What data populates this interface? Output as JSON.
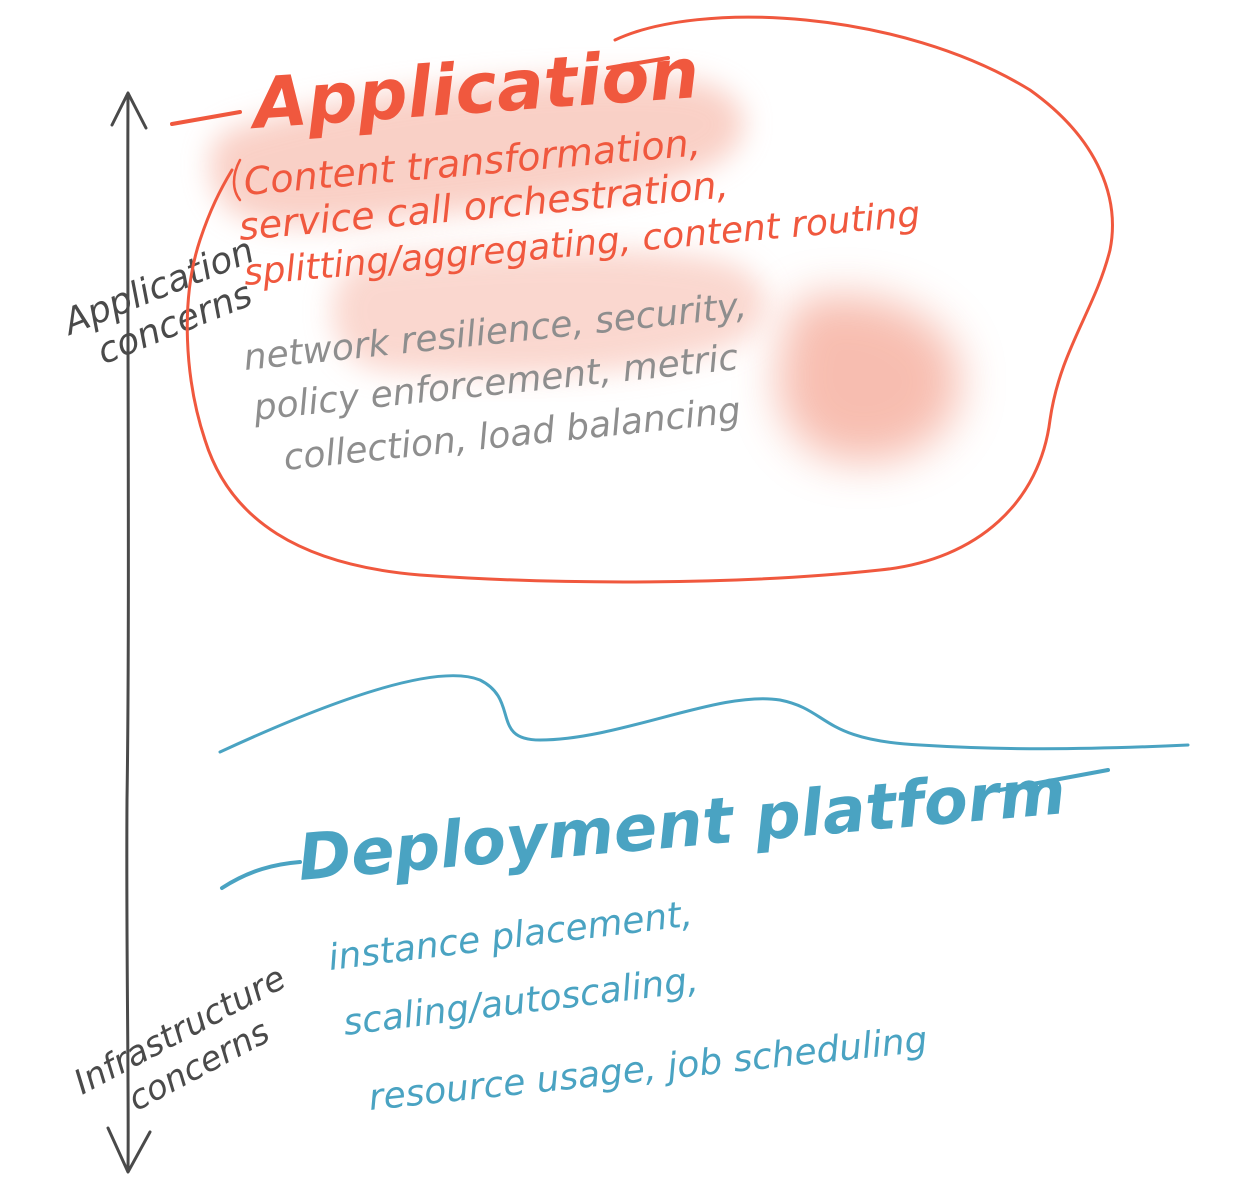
{
  "axis": {
    "top_label": [
      "Application",
      "concerns"
    ],
    "bottom_label": [
      "Infrastructure",
      "concerns"
    ]
  },
  "application": {
    "title": "Application",
    "app_lines": [
      "Content transformation,",
      "service call orchestration,",
      "splitting/aggregating, content routing"
    ],
    "infra_lines": [
      "network resilience, security,",
      "policy enforcement, metric",
      "collection, load balancing"
    ]
  },
  "platform": {
    "title": "Deployment platform",
    "lines": [
      "instance placement,",
      "scaling/autoscaling,",
      "resource usage, job scheduling"
    ]
  },
  "colors": {
    "application": "#f0583e",
    "infrastructure_text": "#8e8e8e",
    "platform": "#4aa3c2",
    "axis": "#4a4a4a",
    "highlight": "#f7b7a8"
  }
}
